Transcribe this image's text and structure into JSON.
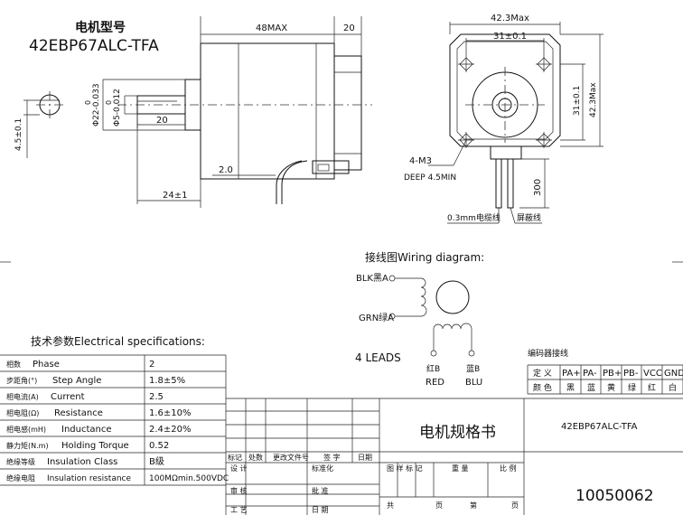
{
  "header": {
    "title_cn": "电机型号",
    "model": "42EBP67ALC-TFA"
  },
  "side_view": {
    "dim_48max": "48MAX",
    "dim_20_top": "20",
    "dim_shaft_dia": "Φ22-0.033",
    "dim_shaft_dia_tol": "0",
    "dim_shaft_small": "Φ5-0.012",
    "dim_shaft_small_tol": "0",
    "dim_20_shaft": "20",
    "dim_45": "4.5±0.1",
    "dim_20_bottom": "2.0",
    "dim_24": "24±1"
  },
  "front_view": {
    "dim_423_top": "42.3Max",
    "dim_31_top": "31±0.1",
    "dim_31_side": "31±0.1",
    "dim_423_side": "42.3Max",
    "screw": "4-M3",
    "screw_depth": "DEEP 4.5MIN",
    "lead_length": "300",
    "cable_label": "0.3mm电缆线",
    "shield_label": "屏蔽线"
  },
  "wiring": {
    "title": "接线图Wiring diagram:",
    "blk": "BLK黑A",
    "grn": "GRN绿A",
    "leads": "4 LEADS",
    "red_cn": "红B",
    "red": "RED",
    "blu_cn": "蓝B",
    "blu": "BLU"
  },
  "encoder": {
    "title": "编码器接线",
    "row1_label": "定 义",
    "row2_label": "颜 色",
    "pins": [
      "PA+",
      "PA-",
      "PB+",
      "PB-",
      "VCC",
      "GND"
    ],
    "colors": [
      "黑",
      "蓝",
      "黄",
      "绿",
      "红",
      "白"
    ]
  },
  "specs": {
    "title": "技术参数Electrical specifications:",
    "rows": [
      {
        "cn": "相数",
        "en": "Phase",
        "value": "2"
      },
      {
        "cn": "步距角(°)",
        "en": "Step Angle",
        "value": "1.8±5%"
      },
      {
        "cn": "相电流(A)",
        "en": "Current",
        "value": "2.5"
      },
      {
        "cn": "相电阻(Ω)",
        "en": "Resistance",
        "value": "1.6±10%"
      },
      {
        "cn": "相电感(mH)",
        "en": "Inductance",
        "value": "2.4±20%"
      },
      {
        "cn": "静力矩(N.m)",
        "en": "Holding Torque",
        "value": "0.52"
      },
      {
        "cn": "绝缘等级",
        "en": "Insulation Class",
        "value": "B级"
      },
      {
        "cn": "绝缘电阻",
        "en": "Insulation resistance",
        "value": "100MΩmin.500VDC"
      }
    ]
  },
  "title_block": {
    "doc_title": "电机规格书",
    "model": "42EBP67ALC-TFA",
    "doc_number": "10050062",
    "cells": {
      "mark": "标记",
      "count": "处数",
      "change_doc": "更改文件号",
      "sign": "签 字",
      "date": "日期",
      "design": "设 计",
      "standard": "标准化",
      "check": "审 核",
      "process": "工 艺",
      "approve": "批 准",
      "date2": "日 期",
      "drawing_mark": "图 样 标 记",
      "weight": "重 量",
      "ratio": "比 例",
      "total": "共",
      "sheet": "页",
      "no": "第",
      "page": "页"
    }
  }
}
